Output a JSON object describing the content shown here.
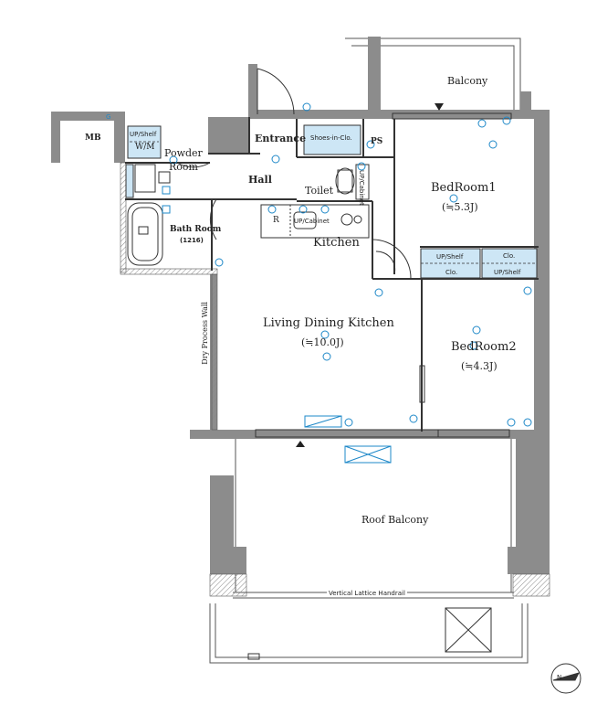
{
  "rooms": {
    "balcony": "Balcony",
    "mb": "MB",
    "mb_tag": "G",
    "entrance": "Entrance",
    "shoes": "Shoes-in-Clo.",
    "ps": "PS",
    "bedroom1": "BedRoom1",
    "bedroom1_size": "(≒5.3J)",
    "powder": "Powder",
    "powder2": "Room",
    "wm": "W/M",
    "up_shelf_powder": "UP/Shelf",
    "hall": "Hall",
    "toilet": "Toilet",
    "up_cabinet_toilet": "UP/Cabinet",
    "bath": "Bath Room",
    "bath_size": "(1216)",
    "kitchen": "Kitchen",
    "up_cabinet_kitchen": "UP/Cabinet",
    "fridge": "R",
    "up_shelf_1": "UP/Shelf",
    "clo_1": "Clo.",
    "clo_2": "Clo.",
    "up_shelf_2": "UP/Shelf",
    "ldk": "Living Dining Kitchen",
    "ldk_size": "(≒10.0J)",
    "bedroom2": "BedRoom2",
    "bedroom2_size": "(≒4.3J)",
    "dry_wall": "Dry Process Wall",
    "roof_balcony": "Roof Balcony",
    "handrail": "Vertical Lattice Handrail",
    "north": "N"
  },
  "colors": {
    "wall": "#9a9a9a",
    "wall_dark": "#6e6e6e",
    "storage": "#cde6f5",
    "accent": "#1e88c8",
    "line": "#333333"
  }
}
